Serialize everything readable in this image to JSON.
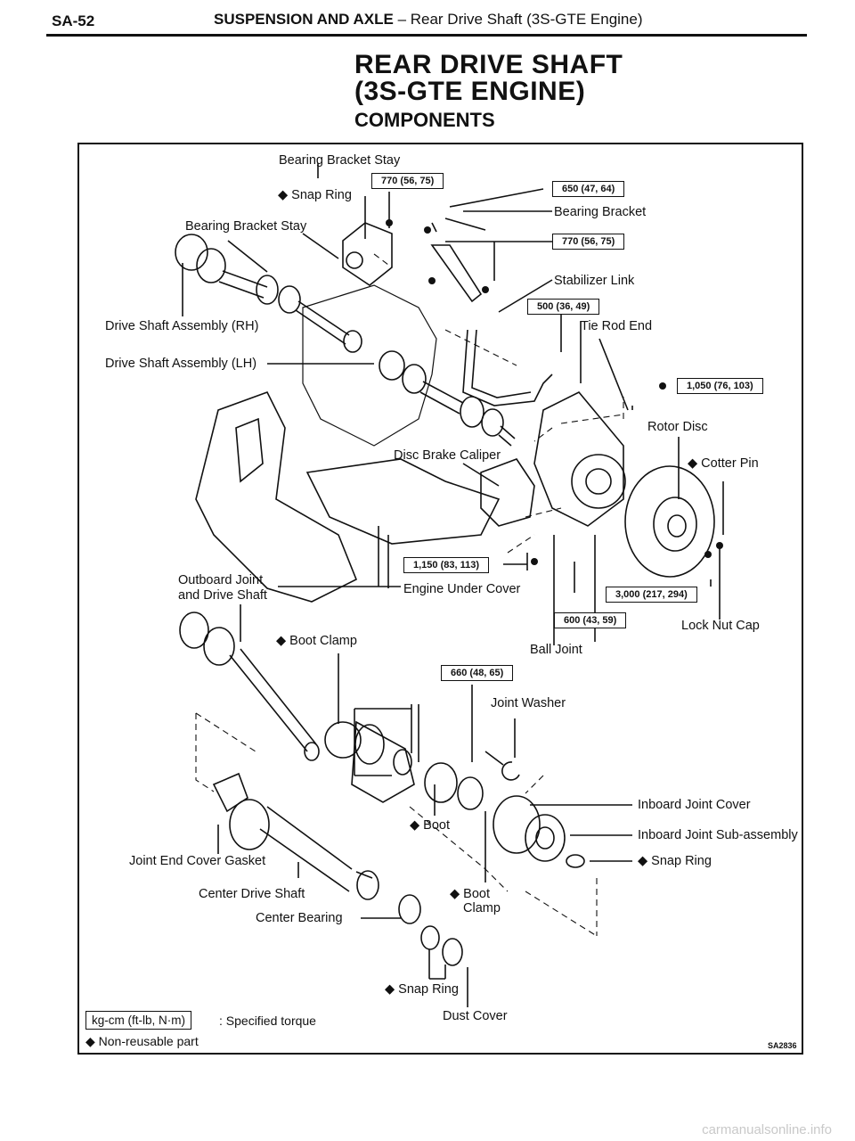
{
  "header": {
    "page_code": "SA-52",
    "section": "SUSPENSION AND AXLE",
    "subsection": "– Rear Drive Shaft (3S-GTE Engine)"
  },
  "title": {
    "line1": "REAR DRIVE SHAFT",
    "line2": "(3S-GTE ENGINE)",
    "components": "COMPONENTS"
  },
  "labels": {
    "bearing_bracket_stay_top": "Bearing Bracket Stay",
    "snap_ring_top": "◆ Snap Ring",
    "bearing_bracket_stay": "Bearing Bracket Stay",
    "bearing_bracket": "Bearing Bracket",
    "stabilizer_link": "Stabilizer Link",
    "drive_shaft_rh": "Drive Shaft Assembly (RH)",
    "drive_shaft_lh": "Drive Shaft Assembly (LH)",
    "tie_rod_end": "Tie Rod End",
    "rotor_disc": "Rotor Disc",
    "disc_brake_caliper": "Disc Brake Caliper",
    "cotter_pin": "◆ Cotter Pin",
    "outboard_joint_1": "Outboard Joint",
    "outboard_joint_2": "and Drive Shaft",
    "engine_under_cover": "Engine Under Cover",
    "lock_nut_cap": "Lock Nut Cap",
    "boot_clamp_top": "◆ Boot Clamp",
    "ball_joint": "Ball Joint",
    "joint_washer": "Joint Washer",
    "inboard_joint_cover": "Inboard Joint Cover",
    "boot": "◆ Boot",
    "inboard_joint_sub": "Inboard Joint Sub-assembly",
    "joint_end_cover_gasket": "Joint End Cover Gasket",
    "snap_ring_right": "◆ Snap Ring",
    "center_drive_shaft": "Center Drive Shaft",
    "boot_clamp_1": "◆ Boot",
    "boot_clamp_2": "Clamp",
    "center_bearing": "Center Bearing",
    "snap_ring_bottom": "◆ Snap Ring",
    "dust_cover": "Dust Cover"
  },
  "torques": {
    "t1": "770 (56, 75)",
    "t2": "650 (47, 64)",
    "t3": "770 (56, 75)",
    "t4": "500 (36, 49)",
    "t5": "1,050 (76, 103)",
    "t6": "1,150 (83, 113)",
    "t7": "3,000 (217, 294)",
    "t8": "600 (43, 59)",
    "t9": "660 (48, 65)"
  },
  "legend": {
    "unit_box": "kg-cm (ft-lb, N·m)",
    "unit_text": ": Specified torque",
    "nonreusable": "◆ Non-reusable part"
  },
  "figure_code": "SA2836",
  "footer": "carmanualsonline.info"
}
